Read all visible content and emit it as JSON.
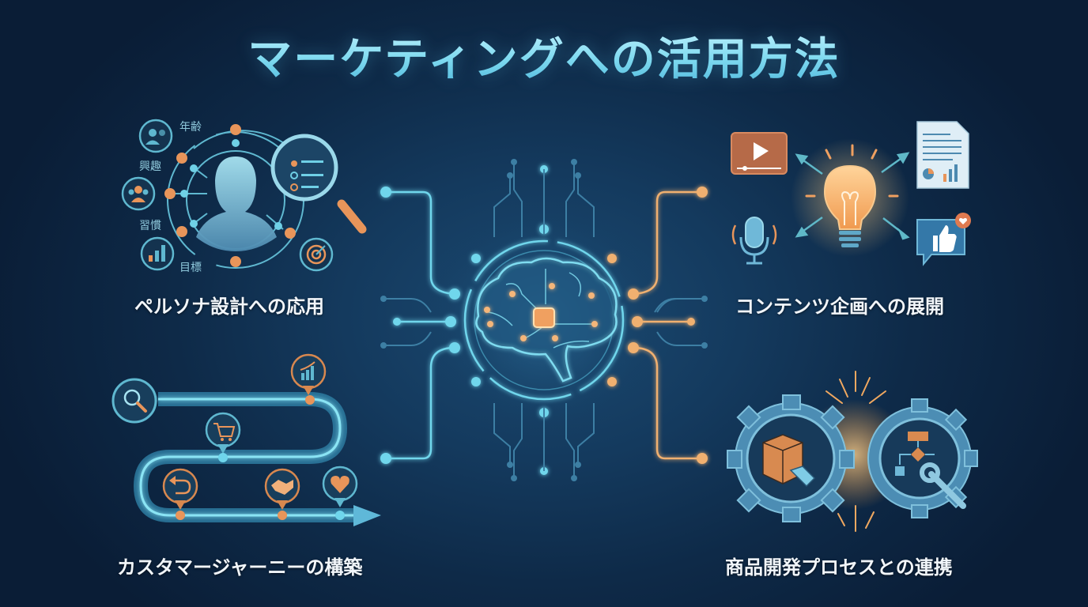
{
  "title": "マーケティングへの活用方法",
  "colors": {
    "background": "#0e2a48",
    "accent_cyan": "#6fd6ec",
    "accent_orange": "#f0a060",
    "text": "#f2f6fa",
    "title": "#8fe2f4"
  },
  "center": {
    "icon": "brain-circuit-icon",
    "chip_icon": "chip-icon"
  },
  "sections": [
    {
      "id": "persona",
      "label": "ペルソナ設計への応用",
      "icons": [
        "user-silhouette-icon",
        "magnifier-list-icon",
        "group-icon",
        "people-icon",
        "bar-chart-icon",
        "target-icon"
      ],
      "attributes": [
        "年齢",
        "興趣",
        "習慣",
        "目標"
      ]
    },
    {
      "id": "content",
      "label": "コンテンツ企画への展開",
      "icons": [
        "lightbulb-icon",
        "video-play-icon",
        "document-report-icon",
        "microphone-icon",
        "thumbs-up-chat-icon"
      ]
    },
    {
      "id": "journey",
      "label": "カスタマージャーニーの構築",
      "icons": [
        "search-icon",
        "growth-chart-icon",
        "shopping-cart-icon",
        "return-icon",
        "handshake-icon",
        "heart-icon",
        "arrow-right-icon"
      ]
    },
    {
      "id": "product",
      "label": "商品開発プロセスとの連携",
      "icons": [
        "gear-box-icon",
        "gear-flowchart-icon",
        "wrench-icon",
        "spark-icon"
      ]
    }
  ]
}
